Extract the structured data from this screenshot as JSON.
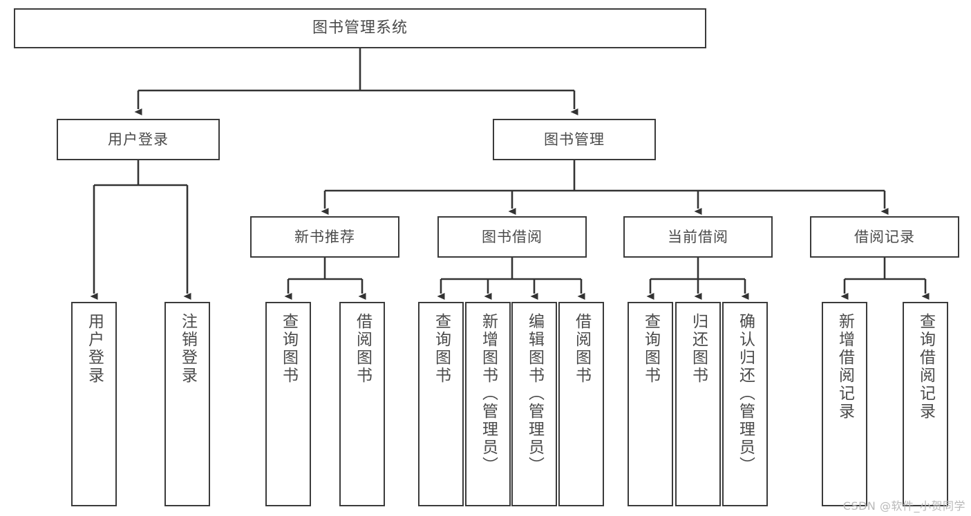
{
  "diagram": {
    "title": "图书管理系统",
    "type": "tree-hierarchy-diagram",
    "colors": {
      "background": "#ffffff",
      "box_border": "#3a3a3a",
      "box_fill": "#ffffff",
      "text": "#4a4a4a",
      "connector": "#333333",
      "watermark": "#b9b9b9"
    },
    "root": {
      "label": "图书管理系统"
    },
    "level1": [
      {
        "label": "用户登录"
      },
      {
        "label": "图书管理"
      }
    ],
    "level2": [
      {
        "label": "新书推荐"
      },
      {
        "label": "图书借阅"
      },
      {
        "label": "当前借阅"
      },
      {
        "label": "借阅记录"
      }
    ],
    "leaves": {
      "user_login": [
        {
          "label": "用户登录"
        },
        {
          "label": "注销登录"
        }
      ],
      "new_book_recommend": [
        {
          "label": "查询图书"
        },
        {
          "label": "借阅图书"
        }
      ],
      "book_borrow": [
        {
          "label": "查询图书"
        },
        {
          "label": "新增图书（管理员）"
        },
        {
          "label": "编辑图书（管理员）"
        },
        {
          "label": "借阅图书"
        }
      ],
      "current_borrow": [
        {
          "label": "查询图书"
        },
        {
          "label": "归还图书"
        },
        {
          "label": "确认归还（管理员）"
        }
      ],
      "borrow_record": [
        {
          "label": "新增借阅记录"
        },
        {
          "label": "查询借阅记录"
        }
      ]
    },
    "watermark": "CSDN @软件_小贺同学"
  }
}
